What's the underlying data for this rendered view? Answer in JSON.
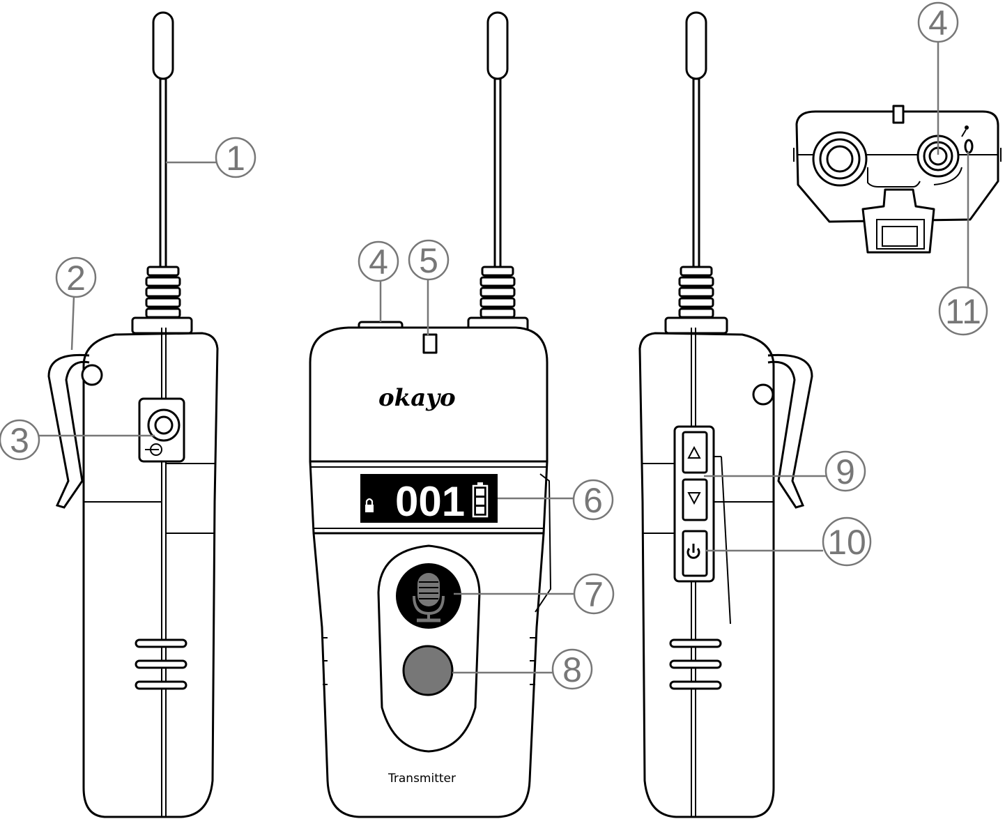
{
  "device": {
    "brand": "okayo",
    "channel": "001",
    "model_label": "Transmitter",
    "colors": {
      "outline": "#000000",
      "callout": "#777777",
      "mic_button": "#777777",
      "screen": "#000000"
    }
  },
  "callouts": [
    "1",
    "2",
    "3",
    "4",
    "5",
    "6",
    "7",
    "8",
    "9",
    "10",
    "11"
  ],
  "icons": [
    "lock-icon",
    "battery-icon",
    "microphone-icon",
    "up-arrow-icon",
    "down-arrow-icon",
    "power-icon",
    "input-jack-icon",
    "mic-indicator-icon"
  ]
}
